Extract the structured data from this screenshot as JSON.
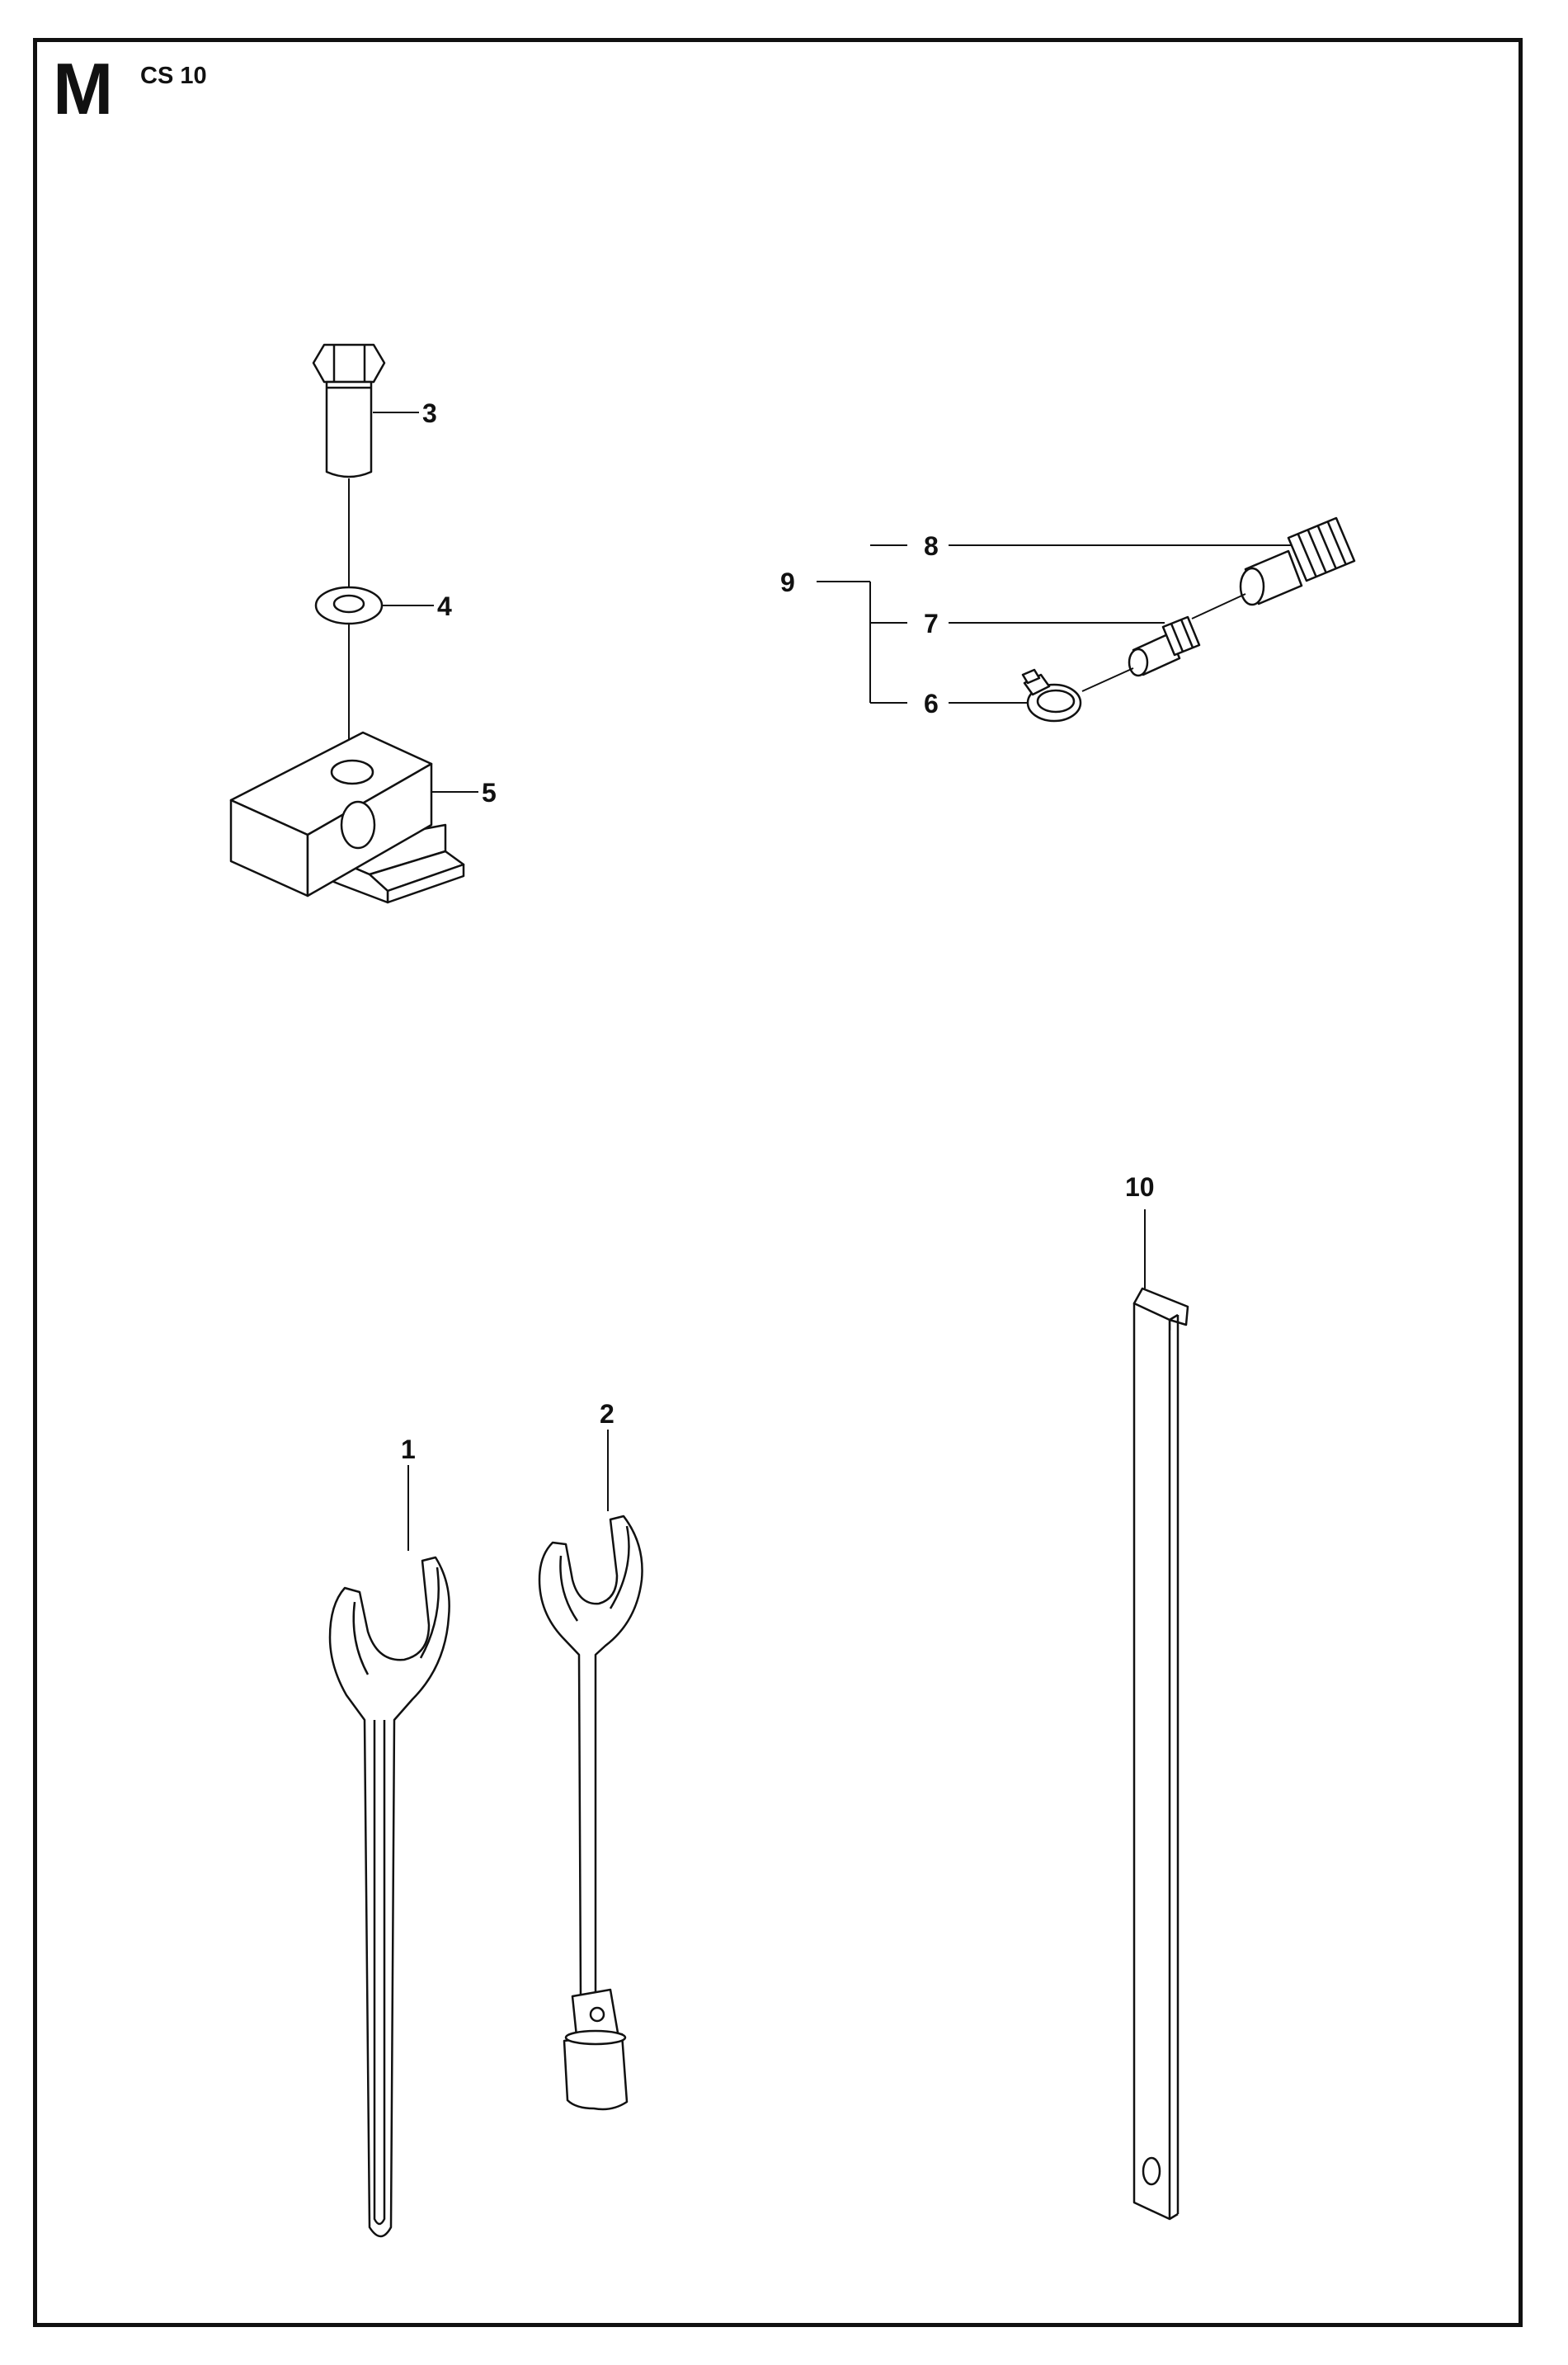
{
  "header": {
    "section_letter": "M",
    "model": "CS 10"
  },
  "callouts": {
    "c1": "1",
    "c2": "2",
    "c3": "3",
    "c4": "4",
    "c5": "5",
    "c6": "6",
    "c7": "7",
    "c8": "8",
    "c9": "9",
    "c10": "10"
  },
  "colors": {
    "ink": "#111111",
    "paper": "#ffffff"
  }
}
